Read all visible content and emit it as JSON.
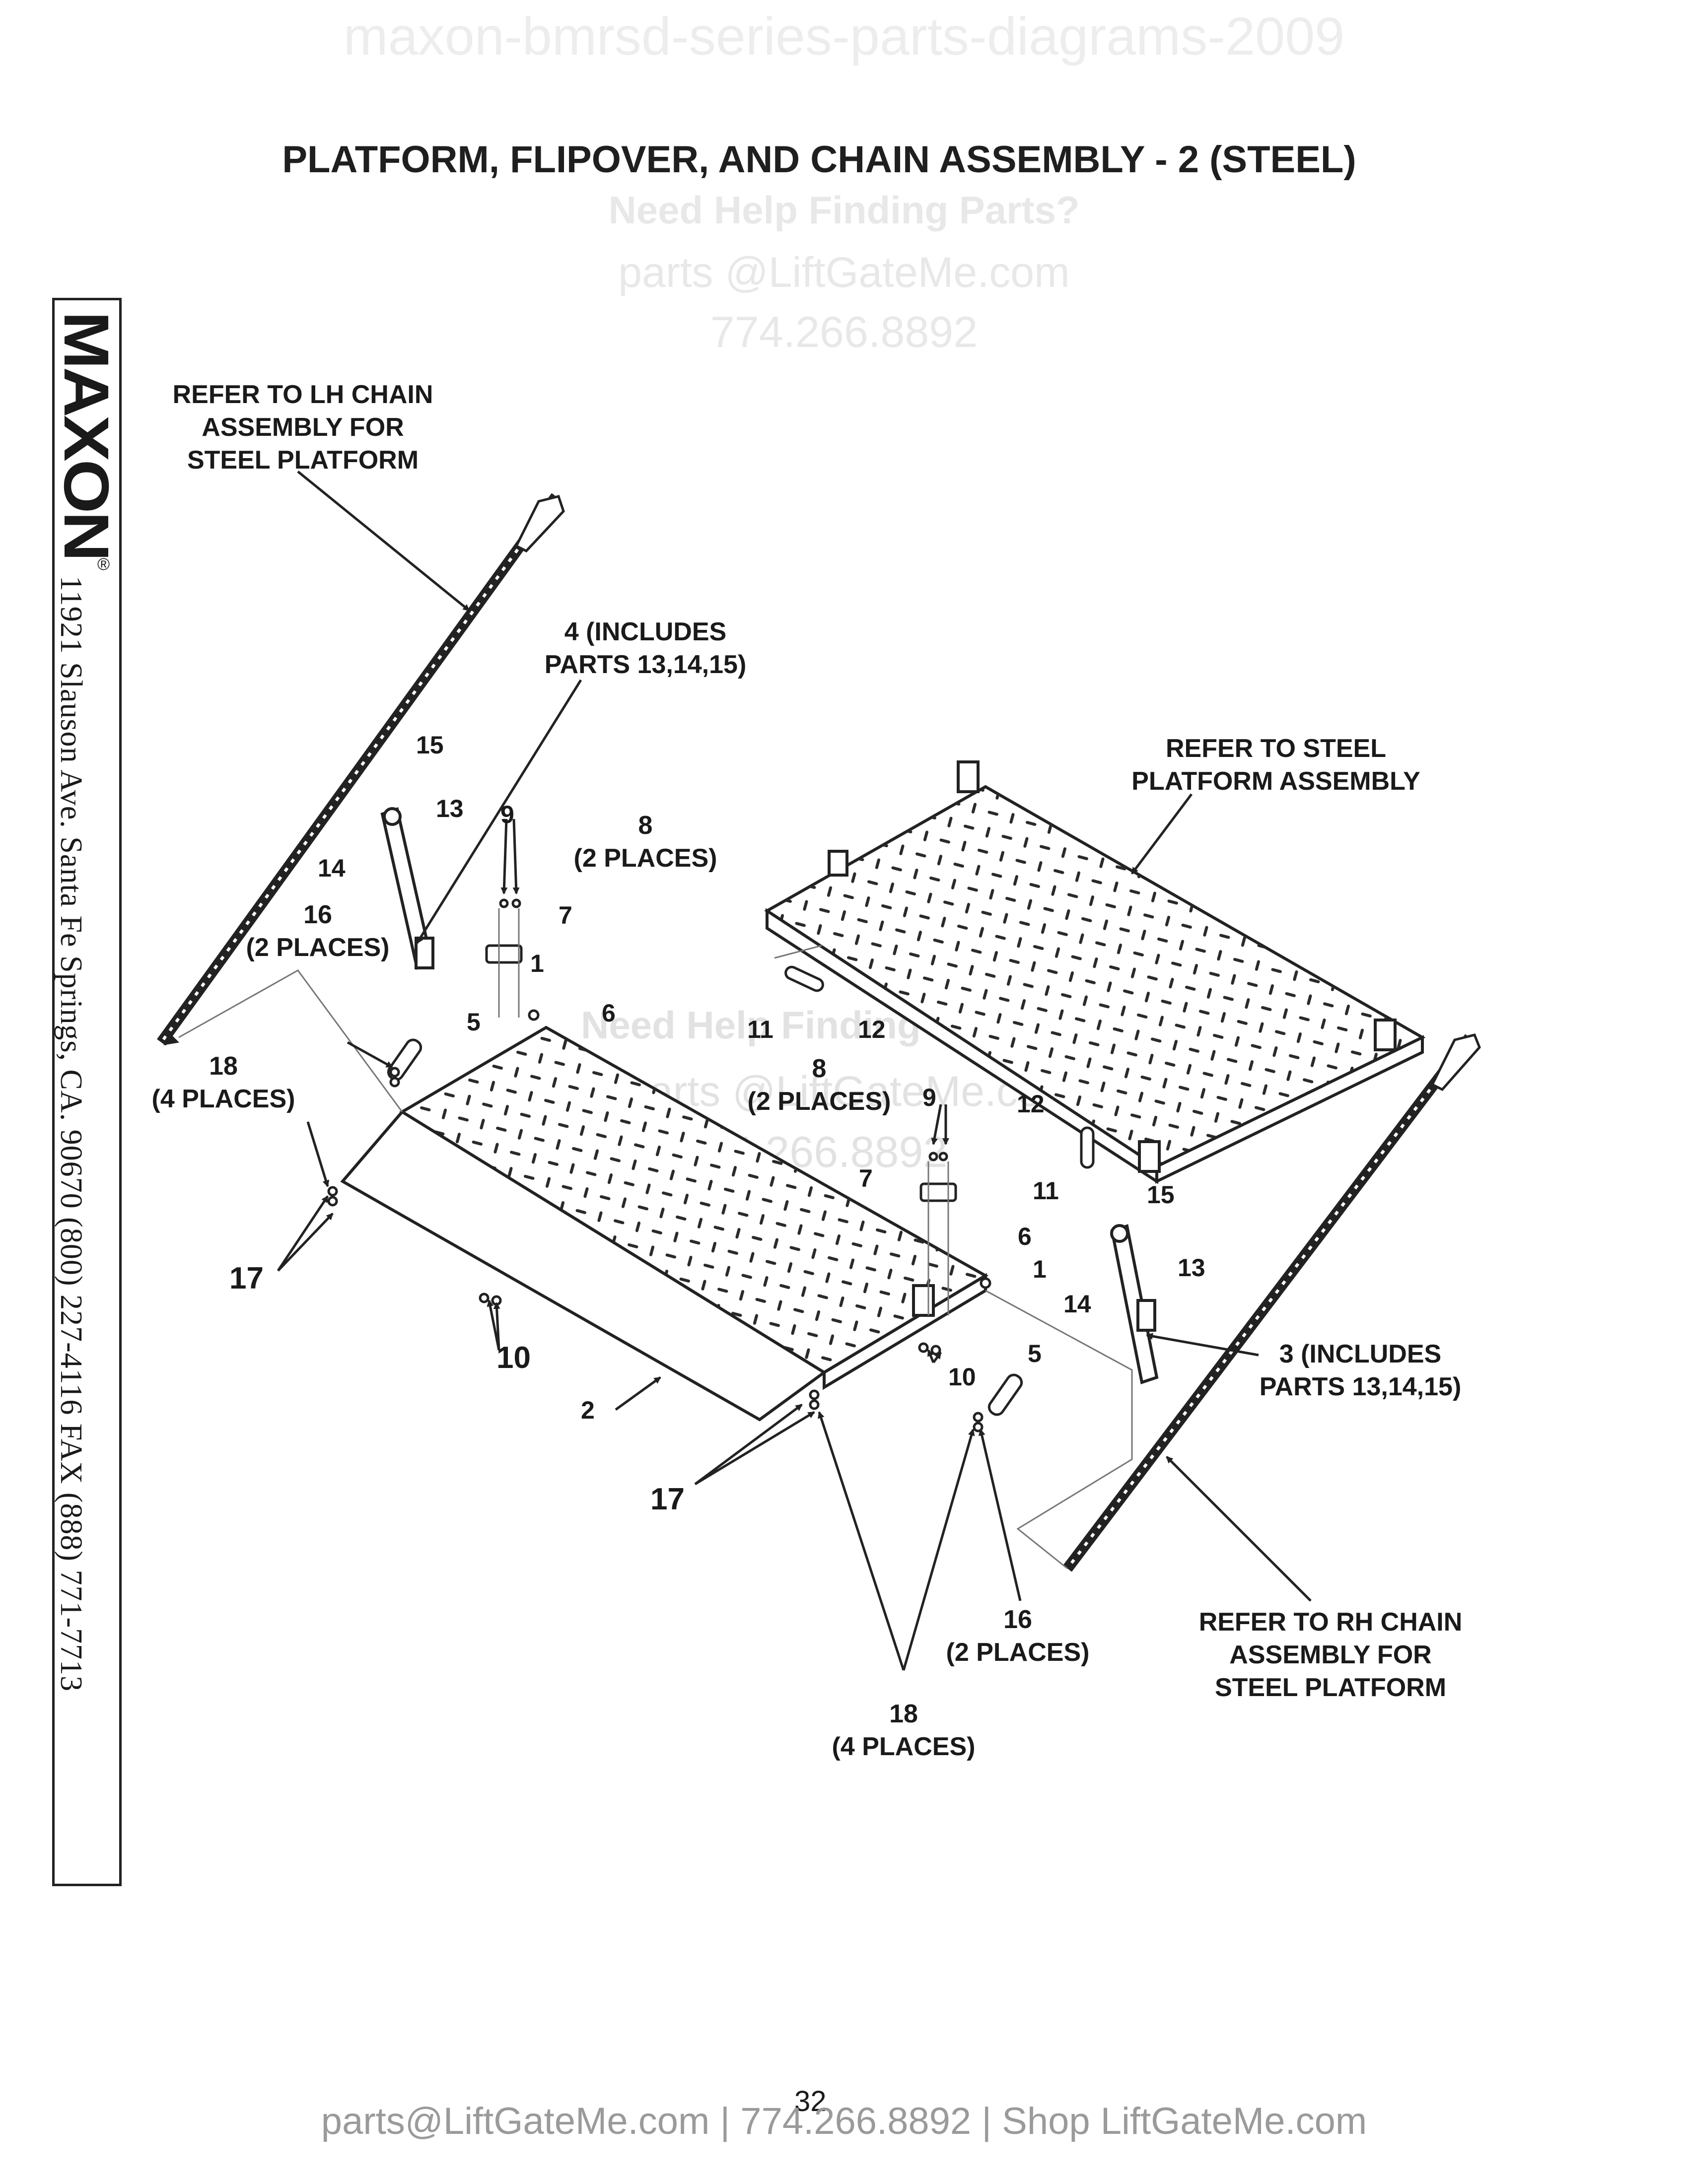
{
  "watermark": {
    "top": "maxon-bmrsd-series-parts-diagrams-2009",
    "line1": "Need Help Finding Parts?",
    "line2": "parts @LiftGateMe.com",
    "line3": "774.266.8892"
  },
  "title": "PLATFORM, FLIPOVER, AND CHAIN ASSEMBLY - 2 (STEEL)",
  "sidebar": {
    "brand": "MAXON",
    "registered": "®",
    "address": "11921 Slauson Ave.  Santa Fe Springs, CA.  90670  (800) 227-4116  FAX (888) 771-7713"
  },
  "callouts": {
    "lh_chain": [
      "REFER TO LH CHAIN",
      "ASSEMBLY FOR",
      "STEEL PLATFORM"
    ],
    "rh_chain": [
      "REFER TO RH CHAIN",
      "ASSEMBLY FOR",
      "STEEL PLATFORM"
    ],
    "steel_platform": [
      "REFER TO STEEL",
      "PLATFORM ASSEMBLY"
    ],
    "part4": [
      "4 (INCLUDES",
      "PARTS 13,14,15)"
    ],
    "part3": [
      "3 (INCLUDES",
      "PARTS 13,14,15)"
    ],
    "part8_left": [
      "8",
      "(2 PLACES)"
    ],
    "part8_right": [
      "8",
      "(2 PLACES)"
    ],
    "part16_left": [
      "16",
      "(2 PLACES)"
    ],
    "part16_right": [
      "16",
      "(2 PLACES)"
    ],
    "part18_left": [
      "18",
      "(4 PLACES)"
    ],
    "part18_bottom": [
      "18",
      "(4 PLACES)"
    ]
  },
  "numbers": {
    "n15a": "15",
    "n13a": "13",
    "n14a": "14",
    "n9a": "9",
    "n7a": "7",
    "n1a": "1",
    "n6a": "6",
    "n5a": "5",
    "n11a": "11",
    "n12a": "12",
    "n17a": "17",
    "n10a": "10",
    "n2": "2",
    "n9b": "9",
    "n12b": "12",
    "n11b": "11",
    "n7b": "7",
    "n6b": "6",
    "n1b": "1",
    "n15b": "15",
    "n13b": "13",
    "n14b": "14",
    "n10b": "10",
    "n5b": "5",
    "n17b": "17"
  },
  "page_number": "32",
  "footer": "parts@LiftGateMe.com | 774.266.8892 | Shop LiftGateMe.com"
}
